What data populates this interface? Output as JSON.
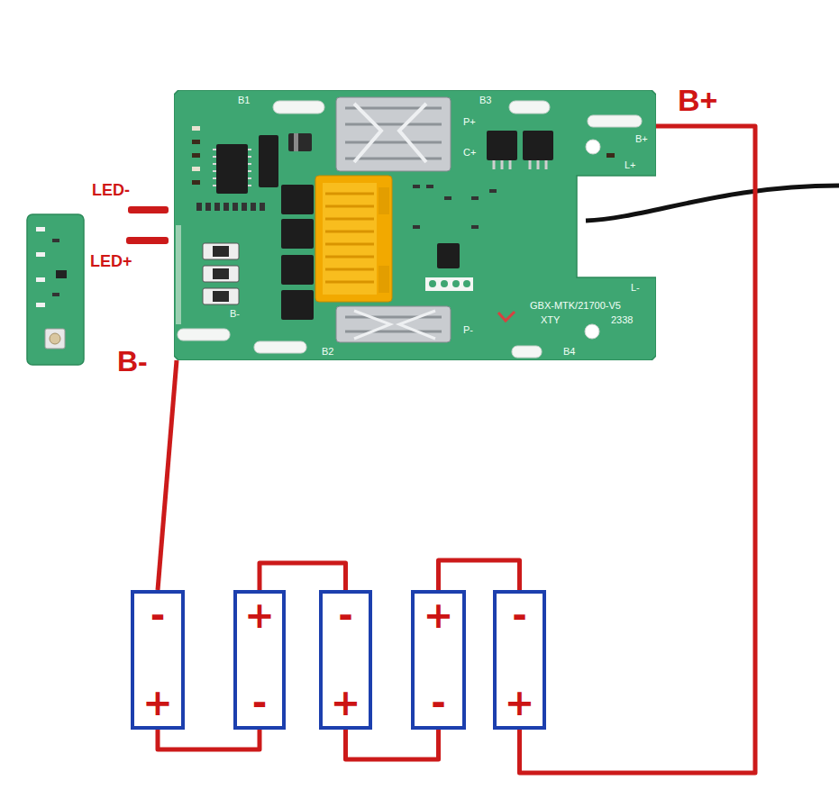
{
  "diagram": {
    "nodes": [
      {
        "text": [
          "B1",
          "B3",
          "P+",
          "B+",
          "C+",
          "L+",
          "L-",
          "GBX-MTK/21700-V5",
          "XTY",
          "2338",
          "B-",
          "P-",
          "B2",
          "B4"
        ]
      },
      {
        "text": [
          "-",
          "+"
        ]
      },
      {
        "text": [
          "+",
          "-"
        ]
      },
      {
        "text": [
          "-",
          "+"
        ]
      },
      {
        "text": [
          "+",
          "-"
        ]
      },
      {
        "text": [
          "-",
          "+"
        ]
      }
    ],
    "edges": [
      {
        "from": 0,
        "to": 1,
        "arrow": "none",
        "label": "B-"
      },
      {
        "from": 1,
        "to": 2,
        "arrow": "none"
      },
      {
        "from": 2,
        "to": 3,
        "arrow": "none"
      },
      {
        "from": 3,
        "to": 4,
        "arrow": "none"
      },
      {
        "from": 4,
        "to": 5,
        "arrow": "none"
      },
      {
        "from": 5,
        "to": 0,
        "arrow": "none",
        "label": "B+"
      }
    ],
    "labels": [
      "LED-",
      "LED+"
    ]
  }
}
